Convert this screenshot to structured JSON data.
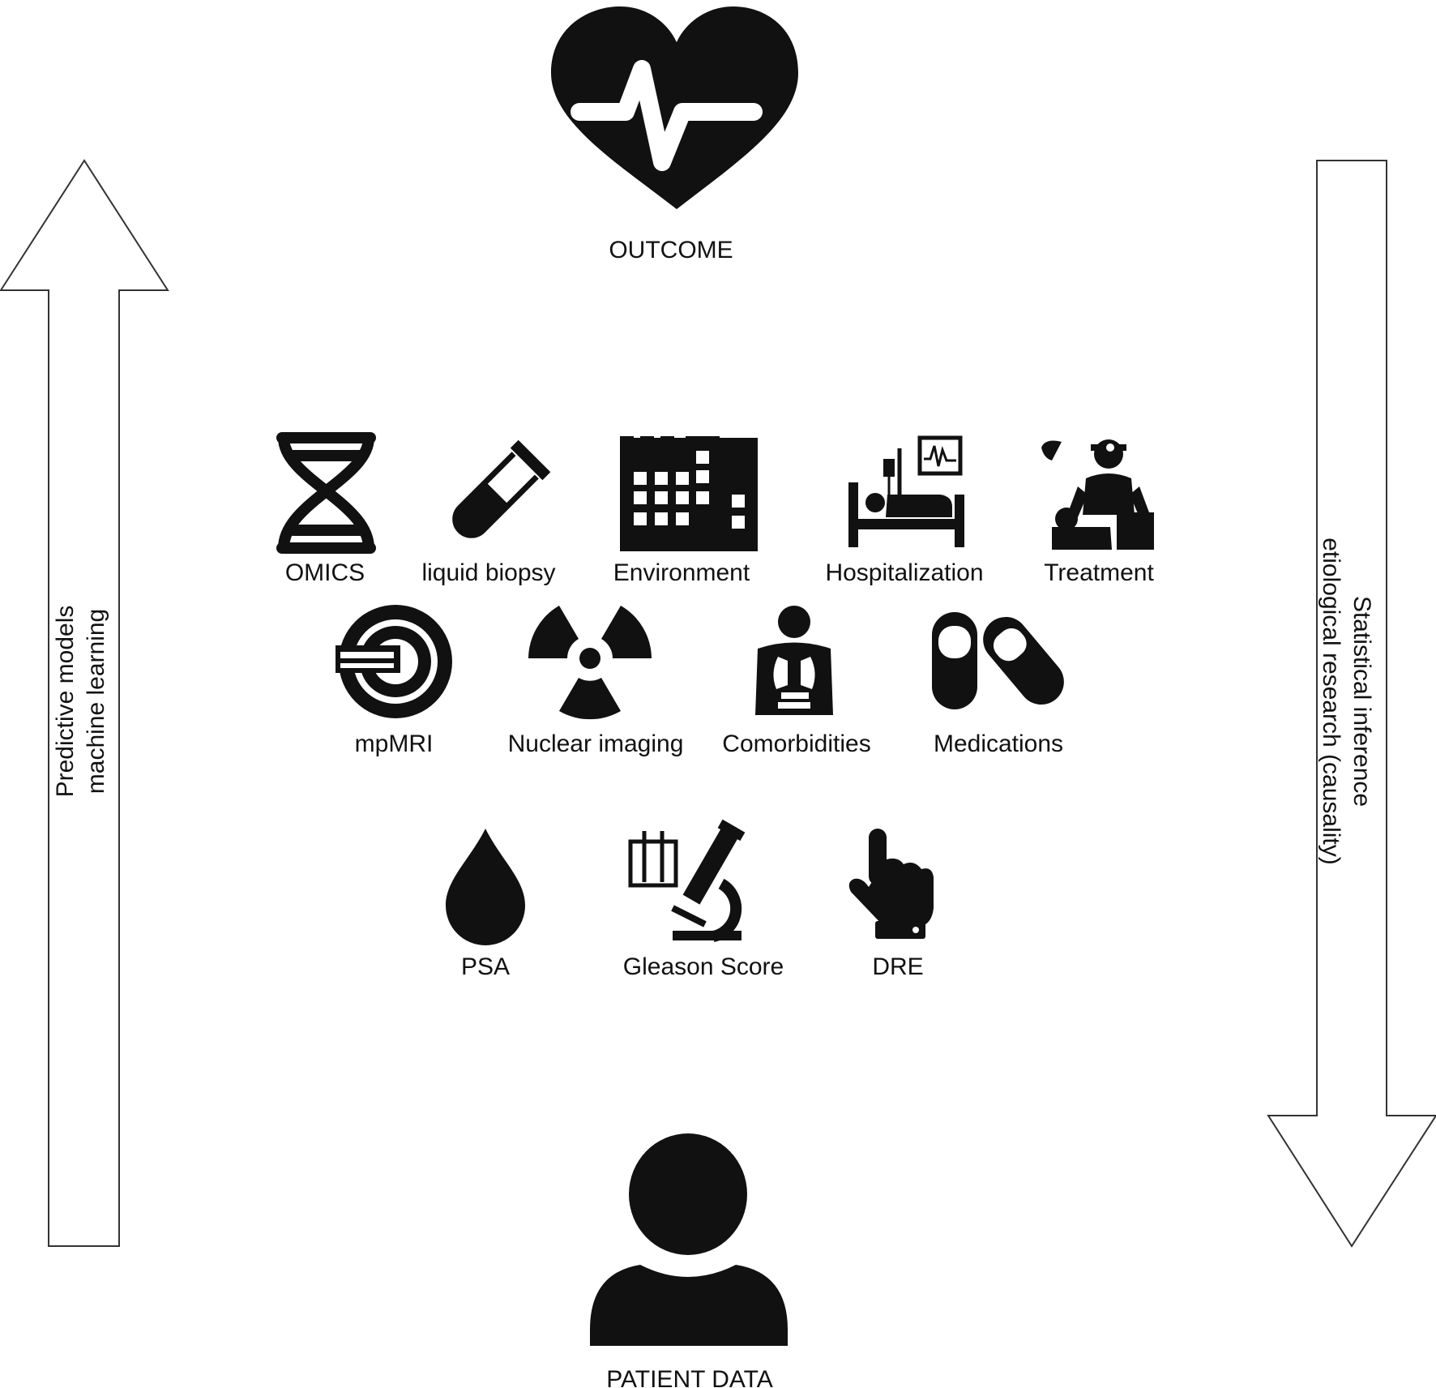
{
  "outcome": {
    "label": "OUTCOME",
    "icon": "heart-pulse-icon"
  },
  "patient": {
    "label": "PATIENT DATA",
    "icon": "person-icon"
  },
  "left_arrow": {
    "direction": "up",
    "line1": "Predictive models",
    "line2": "machine learning"
  },
  "right_arrow": {
    "direction": "down",
    "line1": "Statistical inference",
    "line2": "etiological research (causality)"
  },
  "row1": [
    {
      "label": "OMICS",
      "icon": "dna-icon"
    },
    {
      "label": "liquid biopsy",
      "icon": "test-tube-icon"
    },
    {
      "label": "Environment",
      "icon": "factory-building-icon"
    },
    {
      "label": "Hospitalization",
      "icon": "hospital-bed-icon"
    },
    {
      "label": "Treatment",
      "icon": "surgeon-icon"
    }
  ],
  "row2": [
    {
      "label": "mpMRI",
      "icon": "mri-scanner-icon"
    },
    {
      "label": "Nuclear imaging",
      "icon": "radiation-icon"
    },
    {
      "label": "Comorbidities",
      "icon": "body-organs-icon"
    },
    {
      "label": "Medications",
      "icon": "pills-icon"
    }
  ],
  "row3": [
    {
      "label": "PSA",
      "icon": "blood-drop-icon"
    },
    {
      "label": "Gleason Score",
      "icon": "microscope-icon"
    },
    {
      "label": "DRE",
      "icon": "pointing-hand-icon"
    }
  ],
  "colors": {
    "ink": "#111111",
    "background": "#ffffff",
    "arrow_stroke": "#333333"
  }
}
